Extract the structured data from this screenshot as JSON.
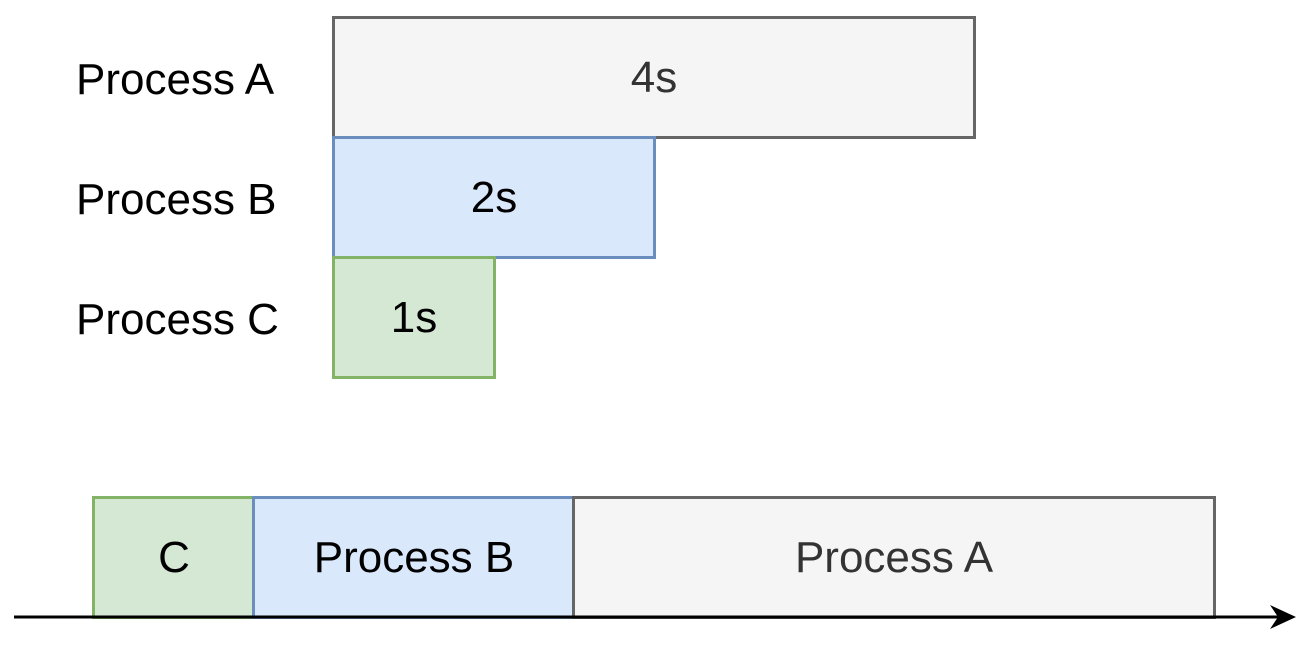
{
  "processes": [
    {
      "label": "Process A",
      "duration": "4s"
    },
    {
      "label": "Process B",
      "duration": "2s"
    },
    {
      "label": "Process C",
      "duration": "1s"
    }
  ],
  "timeline": [
    {
      "label": "C"
    },
    {
      "label": "Process B"
    },
    {
      "label": "Process A"
    }
  ],
  "colors": {
    "gray_fill": "#f5f5f5",
    "gray_stroke": "#666666",
    "gray_text": "#333333",
    "blue_fill": "#dae8fc",
    "blue_stroke": "#6c8ebf",
    "green_fill": "#d5e8d4",
    "green_stroke": "#82b366",
    "axis": "#000000"
  }
}
